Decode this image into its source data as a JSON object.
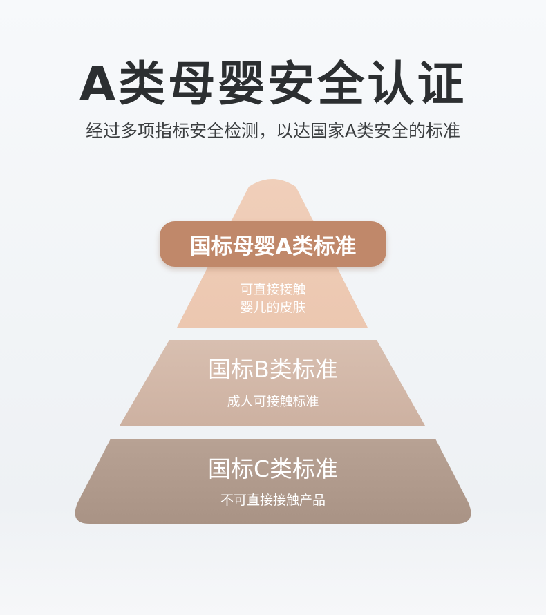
{
  "header": {
    "title": "A类母婴安全认证",
    "subtitle": "经过多项指标安全检测，以达国家A类安全的标准"
  },
  "pyramid": {
    "tier_a": {
      "label": "国标母婴A类标准",
      "desc_line1": "可直接接触",
      "desc_line2": "婴儿的皮肤"
    },
    "tier_b": {
      "label": "国标B类标准",
      "desc": "成人可接触标准"
    },
    "tier_c": {
      "label": "国标C类标准",
      "desc": "不可直接接触产品"
    }
  },
  "colors": {
    "tier_a_fill": "#f0cfba",
    "tier_a_badge": "#c0886a",
    "tier_b_fill": "#d3b8a8",
    "tier_c_fill": "#b09a8c",
    "title_text": "#2c2f31"
  }
}
